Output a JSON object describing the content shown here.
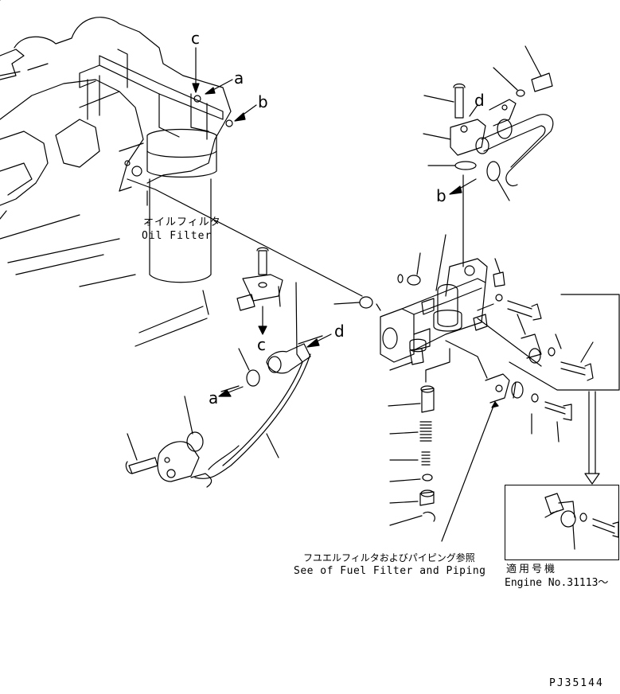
{
  "labels": {
    "oil_filter_jp": "オイルフィルタ",
    "oil_filter_en": "Oil Filter",
    "fuel_ref_jp": "フユエルフィルタおよびパイピング参照",
    "fuel_ref_en": "See of Fuel Filter and Piping",
    "applicable_jp": "適用号機",
    "engine_no": "Engine No.31113～",
    "drawing_no": "PJ35144"
  },
  "callouts": {
    "a_top": "a",
    "b_top": "b",
    "c_top": "c",
    "d_right": "d",
    "b_right": "b",
    "c_mid": "c",
    "d_mid": "d",
    "a_left": "a"
  },
  "colors": {
    "line": "#000000",
    "background": "#ffffff"
  }
}
